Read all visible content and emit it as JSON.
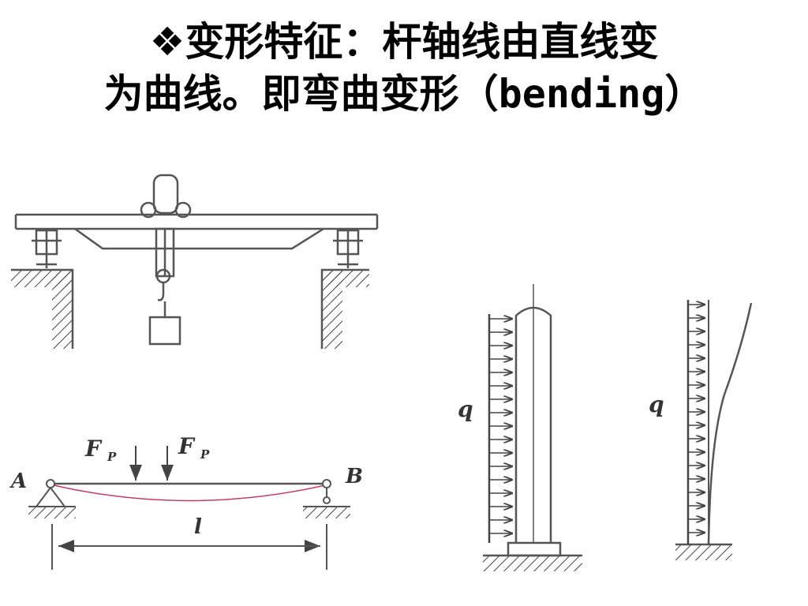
{
  "slide": {
    "title_line1": "❖变形特征：杆轴线由直线变",
    "title_line2_cn": "为曲线。即弯曲变形（",
    "title_line2_en": "bending",
    "title_line2_end": "）"
  },
  "diagram": {
    "beam_labels": {
      "force": "F",
      "force_sub": "P",
      "support_left": "A",
      "support_right": "B",
      "span": "l"
    },
    "column_labels": {
      "load_left": "q",
      "load_right": "q"
    }
  }
}
